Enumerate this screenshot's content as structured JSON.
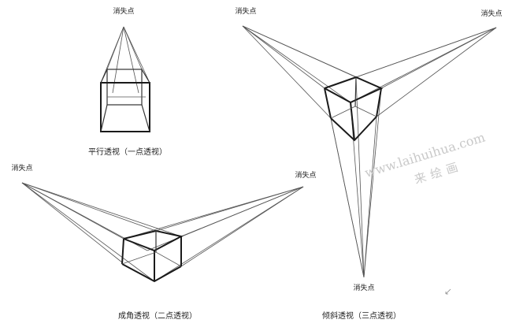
{
  "diagrams": {
    "one_point": {
      "vanishing_point_label": "消失点",
      "caption": "平行透视（一点透视）"
    },
    "two_point": {
      "vanishing_point_left_label": "消失点",
      "vanishing_point_right_label": "消失点",
      "caption": "成角透视（二点透视）"
    },
    "three_point": {
      "vanishing_point_left_label": "消失点",
      "vanishing_point_right_label": "消失点",
      "vanishing_point_bottom_label": "消失点",
      "caption": "倾斜透视（三点透视）"
    }
  },
  "watermark": {
    "url": "www.laihuihua.com",
    "name": "来绘画"
  }
}
